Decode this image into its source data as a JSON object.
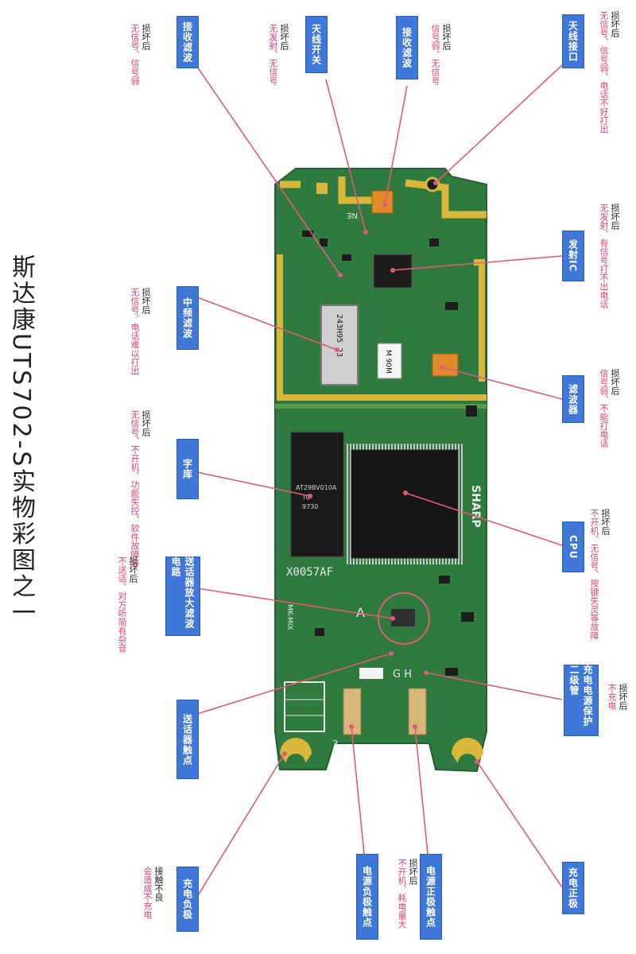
{
  "title": "斯达康UTS702-S实物彩图之一",
  "board": {
    "chip_filter_label": "243H95 23",
    "chip_sticker": "M 90M",
    "chip_flash_label": "AT29BV010A",
    "chip_flash_sub": "TC",
    "chip_flash_code": "9730",
    "model_print": "X0057AF",
    "brand_print": "SHARP",
    "silk_ne": "NE",
    "silk_a": "A",
    "silk_gh": "G H",
    "silk_3": "3",
    "silk_mix": "MK-MIX"
  },
  "labels": [
    {
      "id": "rx-filter-1",
      "text": "接收滤波"
    },
    {
      "id": "ant-switch",
      "text": "天线开关"
    },
    {
      "id": "rx-filter-2",
      "text": "接收滤波"
    },
    {
      "id": "ant-port",
      "text": "天线接口"
    },
    {
      "id": "tx-ic",
      "text": "发射IC"
    },
    {
      "id": "if-filter",
      "text": "中频滤波"
    },
    {
      "id": "filter",
      "text": "滤波器"
    },
    {
      "id": "font-lib",
      "text": "字库"
    },
    {
      "id": "cpu",
      "text": "CPU"
    },
    {
      "id": "mic-amp",
      "text": "送话器放大滤波电路"
    },
    {
      "id": "charge-diode",
      "text": "充电电源保护二级管"
    },
    {
      "id": "mic-contact",
      "text": "送话器触点"
    },
    {
      "id": "charge-neg",
      "text": "充电负极"
    },
    {
      "id": "pwr-neg",
      "text": "电源负极触点"
    },
    {
      "id": "pwr-pos",
      "text": "电源正极触点"
    },
    {
      "id": "charge-pos",
      "text": "充电正极"
    }
  ],
  "notes": [
    {
      "id": "n-rx1",
      "head": "损坏后",
      "rest": "无信号、信号弱"
    },
    {
      "id": "n-ant",
      "head": "损坏后",
      "rest": "无发射、无信号"
    },
    {
      "id": "n-rx2",
      "head": "损坏后",
      "rest": "信号弱、无信号"
    },
    {
      "id": "n-port",
      "head": "损坏后",
      "rest": "无信号、信号弱、电话不好打出"
    },
    {
      "id": "n-tx",
      "head": "损坏后",
      "rest": "无发射、有信号打不出电话"
    },
    {
      "id": "n-if",
      "head": "损坏后",
      "rest": "无信号、电话难以打出"
    },
    {
      "id": "n-filter",
      "head": "损坏后",
      "rest": "信号弱、不能打电话"
    },
    {
      "id": "n-font",
      "head": "损坏后",
      "rest": "无信号、不开机、功能失控、软件故障等"
    },
    {
      "id": "n-cpu",
      "head": "损坏后",
      "rest": "不开机、无信号、按键失灵等故障"
    },
    {
      "id": "n-mic",
      "head": "损坏后",
      "rest": "不送话、对方听简有杂音"
    },
    {
      "id": "n-charge",
      "head": "损坏后",
      "rest": "不充电"
    },
    {
      "id": "n-neg",
      "head": "接触不良",
      "rest": "会造成不充电"
    },
    {
      "id": "n-pos",
      "head": "损坏后",
      "rest": "不开机、耗电量大"
    }
  ],
  "colors": {
    "label_bg": "#3f78d8",
    "pcb": "#2f7a3e",
    "gold": "#d8b73a",
    "note_red": "#e0407a",
    "leader": "#e05a7c"
  }
}
